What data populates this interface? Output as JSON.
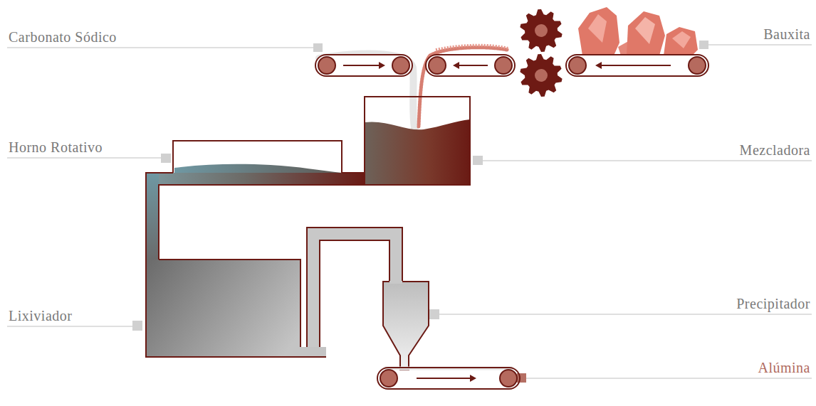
{
  "diagram": {
    "labels": [
      "Carbonato Sódico",
      "Bauxita",
      "Horno Rotativo",
      "Mezcladora",
      "Lixiviador",
      "Precipitador",
      "Alúmina"
    ]
  }
}
